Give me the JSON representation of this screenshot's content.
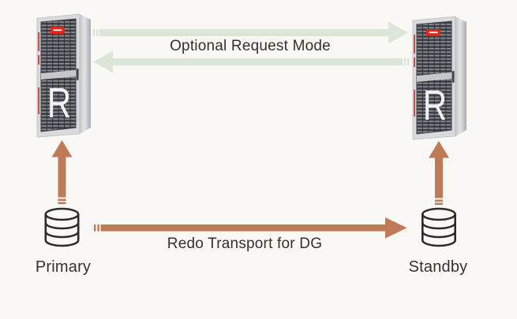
{
  "colors": {
    "background": "#faf8f4",
    "arrow_green": "#dce6d8",
    "arrow_brown": "#bf7a58",
    "text": "#35302b",
    "badge_red": "#e0251f",
    "cylinder_stroke": "#2e2c29",
    "rack_letter": "#f2f2f4"
  },
  "racks": {
    "front_letter": "R"
  },
  "databases": {
    "primary": {
      "label": "Primary"
    },
    "standby": {
      "label": "Standby"
    }
  },
  "flows": {
    "optional_request": {
      "label": "Optional Request Mode",
      "direction": "bidirectional"
    },
    "redo_transport": {
      "label": "Redo Transport for DG",
      "direction": "primary-to-standby"
    }
  }
}
